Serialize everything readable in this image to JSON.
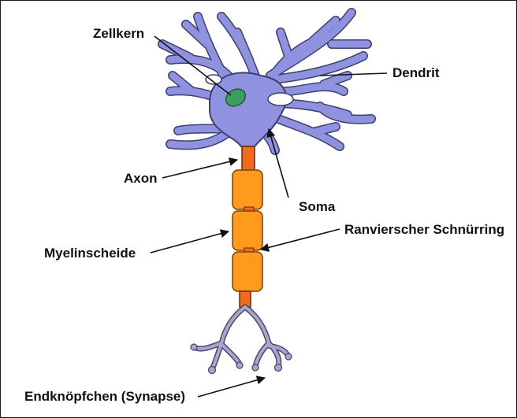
{
  "labels": {
    "nucleus": "Zellkern",
    "dendrite": "Dendrit",
    "axon": "Axon",
    "soma": "Soma",
    "node": "Ranvierscher Schnürring",
    "myelin": "Myelinscheide",
    "terminal": "Endknöpfchen (Synapse)"
  },
  "colors": {
    "soma_fill": "#8f92de",
    "outline": "#3d3e73",
    "nucleus": "#3c9f5e",
    "myelin": "#ff9a1f",
    "axon": "#f26a1b",
    "terminal_fill": "#a7a6cf",
    "terminal_outline": "#4b4a6b",
    "text": "#111111"
  }
}
